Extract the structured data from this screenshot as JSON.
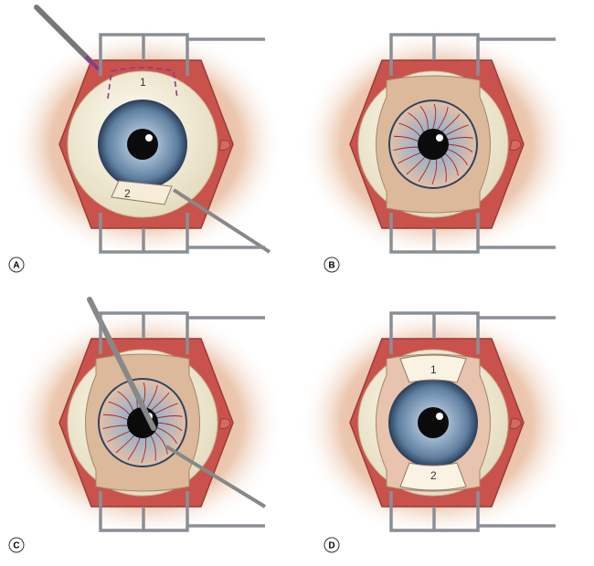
{
  "panels": [
    {
      "id": "A",
      "label": "A",
      "iris": "blue",
      "grafts": [
        "1",
        "2"
      ],
      "instrument": "knife-and-forceps"
    },
    {
      "id": "B",
      "label": "B",
      "iris": "vascularized",
      "grafts": [],
      "instrument": "none"
    },
    {
      "id": "C",
      "label": "C",
      "iris": "vascularized",
      "grafts": [],
      "instrument": "dissection"
    },
    {
      "id": "D",
      "label": "D",
      "iris": "blue",
      "grafts": [
        "1",
        "2"
      ],
      "instrument": "none"
    }
  ],
  "colors": {
    "skin": "#e8c0a4",
    "sclera": "#f4f0dc",
    "iris": "#5f7fa0",
    "conjunctiva": "#c9534c",
    "speculum": "#8a8f96",
    "marker": "#8a3a8a"
  }
}
